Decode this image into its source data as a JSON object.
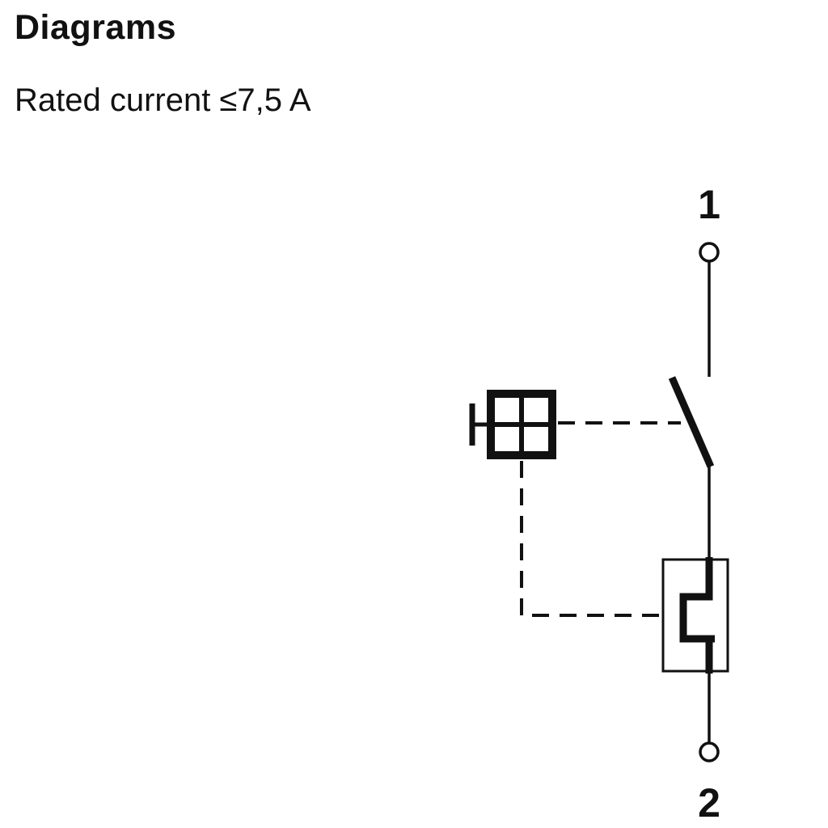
{
  "header": {
    "title": "Diagrams",
    "subtitle": "Rated current ≤7,5 A"
  },
  "diagram": {
    "terminal_top_label": "1",
    "terminal_bottom_label": "2",
    "line_color": "#111111",
    "background_color": "#ffffff",
    "elements": [
      "terminal-1",
      "switch-contact-blade",
      "manual-actuator-pushbutton",
      "thermal-overload-release",
      "terminal-2"
    ]
  }
}
